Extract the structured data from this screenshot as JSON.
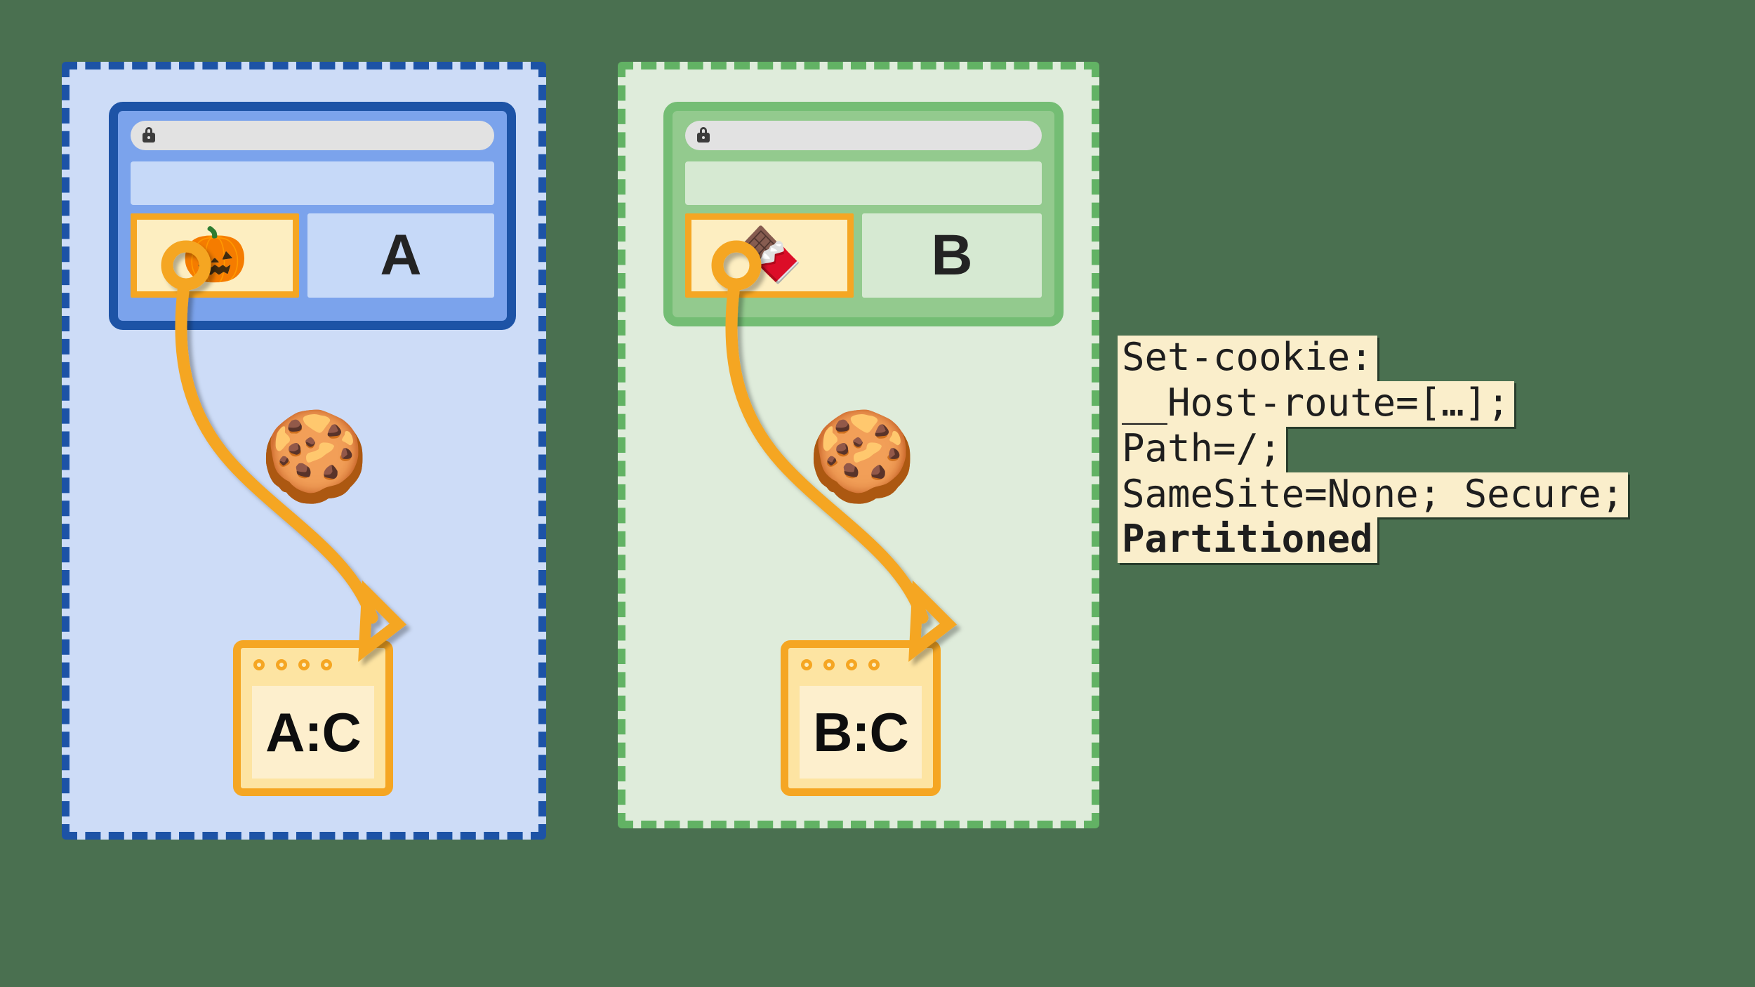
{
  "background_color": "#4a7050",
  "diagram": {
    "title_text": "",
    "partitions": [
      {
        "id": "partition-a",
        "border_color": "#1d53a6",
        "fill_color": "#cddcf7",
        "browser": {
          "chrome_color": "#1d53a6",
          "body_color": "#7ba3ec",
          "address_bar_icon": "lock-icon",
          "address_bar_value": "",
          "site_letter": "A",
          "iframe_emoji": "🎃",
          "iframe_emoji_name": "jack-o-lantern"
        },
        "cookie_emoji": "🍪",
        "cookie_emoji_name": "cookie",
        "storage": {
          "label": "A:C",
          "dot_count": 4,
          "frame_color": "#f5a623"
        }
      },
      {
        "id": "partition-b",
        "border_color": "#62b264",
        "fill_color": "#dfecdb",
        "browser": {
          "chrome_color": "#74bd74",
          "body_color": "#93ca8e",
          "address_bar_icon": "lock-icon",
          "address_bar_value": "",
          "site_letter": "B",
          "iframe_emoji": "🍫",
          "iframe_emoji_name": "chocolate-bar"
        },
        "cookie_emoji": "🍪",
        "cookie_emoji_name": "cookie",
        "storage": {
          "label": "B:C",
          "dot_count": 4,
          "frame_color": "#f5a623"
        }
      }
    ],
    "accent_color": "#f5a623",
    "code_snippet": {
      "highlight_color": "#faeecb",
      "text_color": "#1e1e1e",
      "lines": [
        {
          "text": "Set-cookie:",
          "bold": false
        },
        {
          "text": "__Host-route=[…];",
          "bold": false
        },
        {
          "text": "Path=/;",
          "bold": false
        },
        {
          "text": "SameSite=None; Secure;",
          "bold": false
        },
        {
          "text": "Partitioned",
          "bold": true
        }
      ]
    }
  }
}
